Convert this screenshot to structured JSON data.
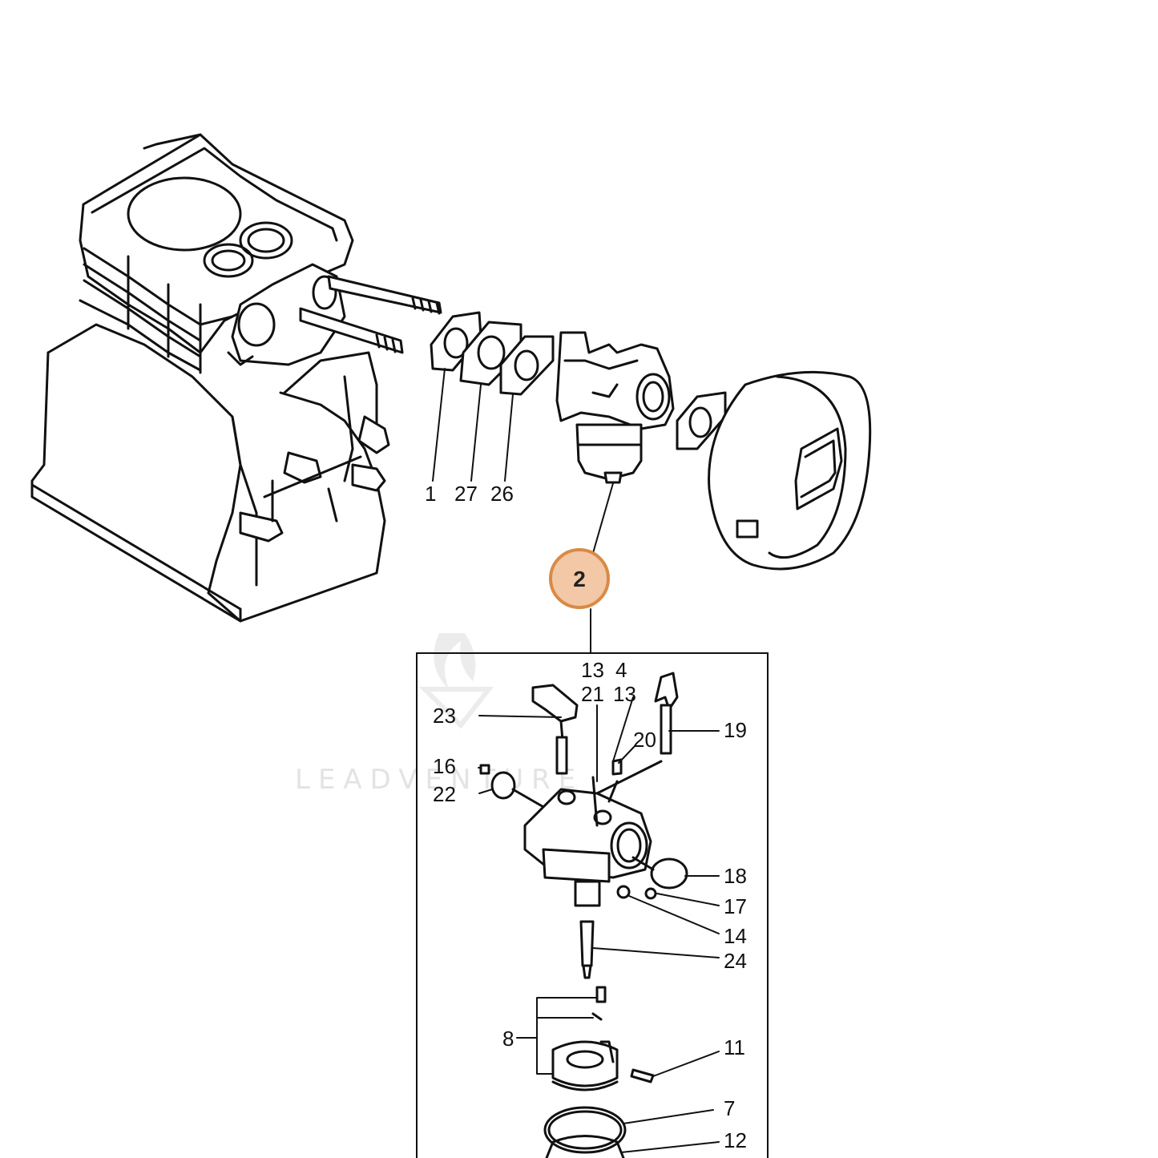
{
  "labels": {
    "l1": "1",
    "l27": "27",
    "l26": "26",
    "callout": "2",
    "l13a": "13",
    "l4": "4",
    "l21": "21",
    "l13b": "13",
    "l23": "23",
    "l19": "19",
    "l20": "20",
    "l16": "16",
    "l22": "22",
    "l18": "18",
    "l17": "17",
    "l14": "14",
    "l24": "24",
    "l8": "8",
    "l11": "11",
    "l7": "7",
    "l12": "12"
  },
  "watermark": "LEADVENTURE",
  "colors": {
    "callout_fill": "#f2c8a6",
    "callout_stroke": "#d98a47",
    "ink": "#111111"
  }
}
